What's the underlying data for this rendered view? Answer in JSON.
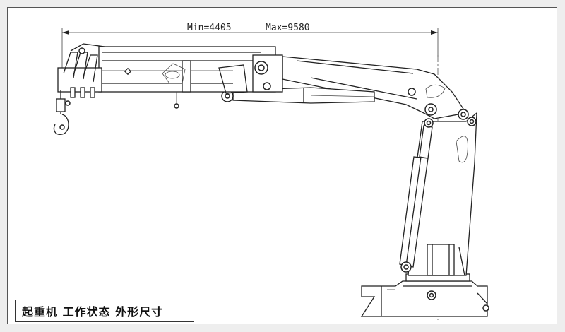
{
  "dimensions": {
    "min_label": "Min=4405",
    "max_label": "Max=9580"
  },
  "caption": {
    "text": "起重机 工作状态 外形尺寸"
  }
}
